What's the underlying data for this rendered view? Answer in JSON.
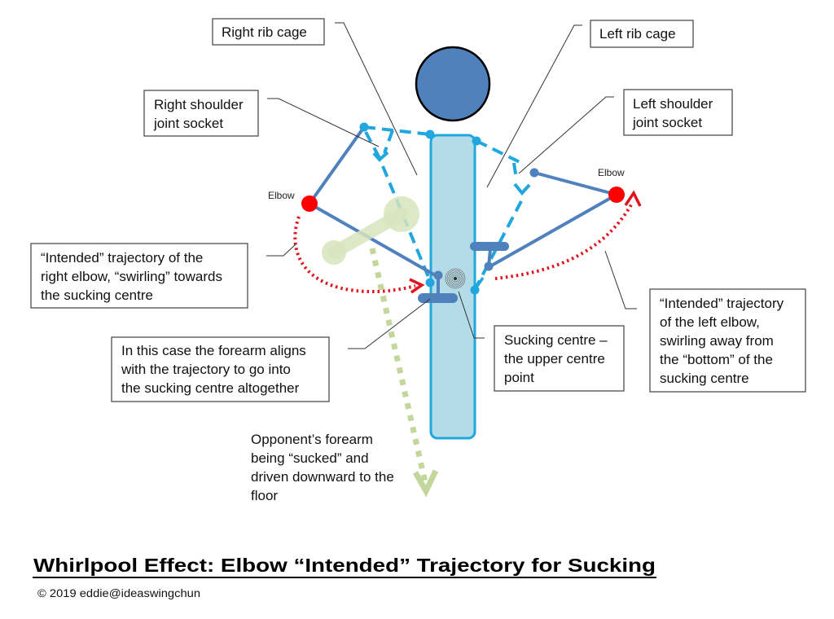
{
  "diagram": {
    "title": "Whirlpool Effect: Elbow “Intended” Trajectory for Sucking",
    "copyright": "© 2019 eddie@ideaswingchun",
    "elbow_labels": {
      "right": "Elbow",
      "left": "Elbow"
    },
    "labels": {
      "right_rib_cage": {
        "lines": [
          "Right rib cage"
        ]
      },
      "left_rib_cage": {
        "lines": [
          "Left rib cage"
        ]
      },
      "right_shoulder_socket": {
        "lines": [
          "Right shoulder",
          "joint socket"
        ]
      },
      "left_shoulder_socket": {
        "lines": [
          "Left shoulder",
          "joint socket"
        ]
      },
      "right_elbow_trajectory": {
        "lines": [
          "“Intended” trajectory of the",
          "right elbow, “swirling” towards",
          "the sucking centre"
        ]
      },
      "forearm_alignment": {
        "lines": [
          "In this case the forearm aligns",
          "with the trajectory to go into",
          "the sucking centre altogether"
        ]
      },
      "sucking_centre": {
        "lines": [
          "Sucking centre –",
          "the upper centre",
          "point"
        ]
      },
      "left_elbow_trajectory": {
        "lines": [
          "“Intended” trajectory",
          "of the left elbow,",
          "swirling away from",
          "the “bottom” of the",
          "sucking centre"
        ]
      },
      "opponent_forearm": {
        "lines": [
          "Opponent’s forearm",
          "being “sucked” and",
          "driven downward to the",
          "floor"
        ]
      }
    },
    "colors": {
      "head": "#4f81bd",
      "arm": "#4f81bd",
      "torso_fill": "#b3dbe8",
      "torso_outline": "#1fa7de",
      "joint_dot": "#1fa7de",
      "elbow_joint": "#ff0000",
      "trajectory": "#e0141f",
      "opponent_forearm": "#d7e4bd"
    }
  }
}
